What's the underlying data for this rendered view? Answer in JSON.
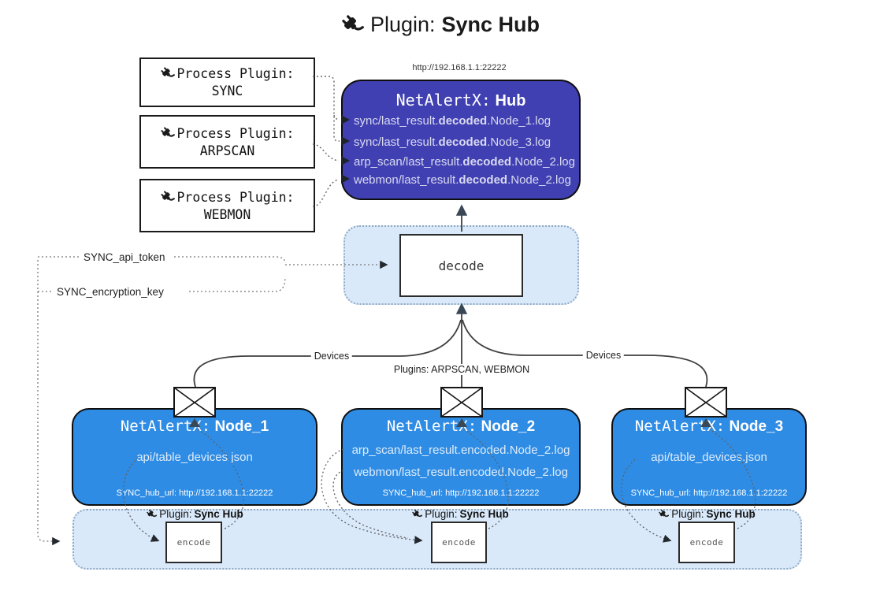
{
  "title": {
    "prefix": "Plugin:",
    "name": "Sync Hub"
  },
  "hub": {
    "url": "http://192.168.1.1:22222",
    "name_prefix": "NetAlertX:",
    "name": "Hub",
    "logs": [
      {
        "pre": "sync/last_result.",
        "bold": "decoded",
        "post": ".Node_1.log"
      },
      {
        "pre": "sync/last_result.",
        "bold": "decoded",
        "post": ".Node_3.log"
      },
      {
        "pre": "arp_scan/last_result.",
        "bold": "decoded",
        "post": ".Node_2.log"
      },
      {
        "pre": "webmon/last_result.",
        "bold": "decoded",
        "post": ".Node_2.log"
      }
    ]
  },
  "process_plugins": [
    {
      "label": "Process Plugin:",
      "name": "SYNC"
    },
    {
      "label": "Process Plugin:",
      "name": "ARPSCAN"
    },
    {
      "label": "Process Plugin:",
      "name": "WEBMON"
    }
  ],
  "decode": {
    "action": "decode"
  },
  "settings": {
    "api_token": "SYNC_api_token",
    "encryption_key": "SYNC_encryption_key"
  },
  "edges": {
    "left": "Devices",
    "center": "Plugins: ARPSCAN, WEBMON",
    "right": "Devices"
  },
  "nodes": [
    {
      "name_prefix": "NetAlertX:",
      "name": "Node_1",
      "files": [
        "api/table_devices.json"
      ],
      "hub_url": "SYNC_hub_url: http://192.168.1.1:22222"
    },
    {
      "name_prefix": "NetAlertX:",
      "name": "Node_2",
      "files": [
        "arp_scan/last_result.encoded.Node_2.log",
        "webmon/last_result.encoded.Node_2.log"
      ],
      "hub_url": "SYNC_hub_url: http://192.168.1.1:22222"
    },
    {
      "name_prefix": "NetAlertX:",
      "name": "Node_3",
      "files": [
        "api/table_devices.json"
      ],
      "hub_url": "SYNC_hub_url: http://192.168.1.1:22222"
    }
  ],
  "encoders": [
    {
      "plugin_prefix": "Plugin:",
      "plugin_name": "Sync Hub",
      "action": "encode"
    },
    {
      "plugin_prefix": "Plugin:",
      "plugin_name": "Sync Hub",
      "action": "encode"
    },
    {
      "plugin_prefix": "Plugin:",
      "plugin_name": "Sync Hub",
      "action": "encode"
    }
  ],
  "icons": {
    "plug": "plug-icon",
    "envelope": "envelope-icon"
  },
  "colors": {
    "hub_bg": "#4040b2",
    "hub_text": "#d9daf1",
    "node_bg": "#2f8ce4",
    "node_text": "#ddecfb",
    "panel_bg": "#d9e9fa",
    "panel_border": "#8fa9c4",
    "line": "#3f3f3f",
    "arrow": "#3a4754",
    "ink": "#1a1a1a"
  }
}
